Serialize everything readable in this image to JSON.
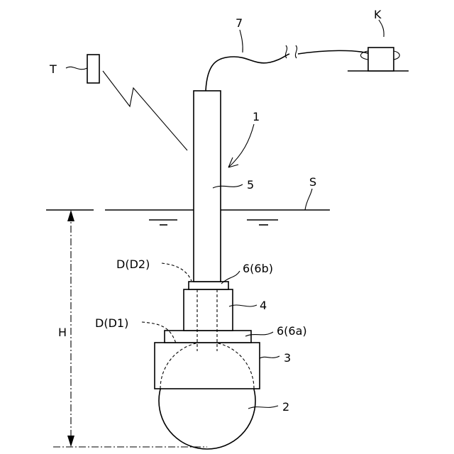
{
  "labels": {
    "ref_1": "1",
    "ref_2": "2",
    "ref_3": "3",
    "ref_4": "4",
    "ref_5": "5",
    "ref_6a": "6(6a)",
    "ref_6b": "6(6b)",
    "ref_7": "7",
    "ref_K": "K",
    "ref_T": "T",
    "ref_S": "S",
    "ref_H": "H",
    "ref_D1": "D(D1)",
    "ref_D2": "D(D2)"
  }
}
